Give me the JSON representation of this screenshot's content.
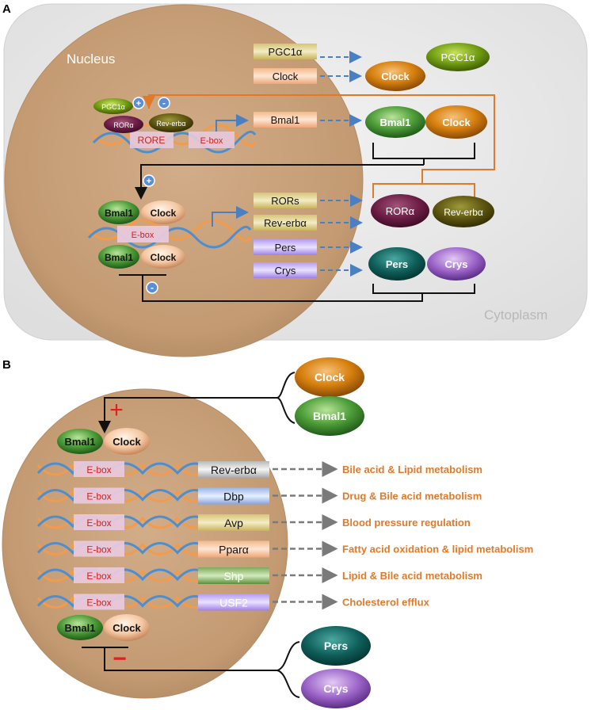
{
  "panel_a": {
    "letter": "A",
    "nucleus_label": "Nucleus",
    "cytoplasm_label": "Cytoplasm",
    "regulators": {
      "pgc1a": "PGC1α",
      "rora": "RORα",
      "reverba": "Rev-erbα",
      "plus": "+",
      "minus": "-"
    },
    "promoter": {
      "rore": "RORE",
      "ebox": "E-box"
    },
    "genes_top": [
      "PGC1α",
      "Clock",
      "Bmal1"
    ],
    "proteins_top": {
      "pgc1a": "PGC1α",
      "clock": "Clock",
      "bmal1": "Bmal1",
      "clock2": "Clock"
    },
    "complex": {
      "bmal1": "Bmal1",
      "clock": "Clock",
      "ebox": "E-box",
      "plus": "+",
      "minus": "-"
    },
    "genes_bottom": [
      "RORs",
      "Rev-erbα",
      "Pers",
      "Crys"
    ],
    "proteins_bottom": {
      "rora": "RORα",
      "reverba": "Rev-erbα",
      "pers": "Pers",
      "crys": "Crys"
    },
    "colors": {
      "feedback_orange": "#e07a2a",
      "arrow_blue": "#4a7fc1",
      "nucleus": "#c9a27d"
    }
  },
  "panel_b": {
    "letter": "B",
    "proteins_top": {
      "clock": "Clock",
      "bmal1": "Bmal1"
    },
    "complex_top": {
      "bmal1": "Bmal1",
      "clock": "Clock",
      "plus": "+"
    },
    "complex_bottom": {
      "bmal1": "Bmal1",
      "clock": "Clock",
      "minus": "−"
    },
    "ebox": "E-box",
    "rows": [
      {
        "gene": "Rev-erbα",
        "function": "Bile acid & Lipid  metabolism"
      },
      {
        "gene": "Dbp",
        "function": "Drug & Bile acid metabolism"
      },
      {
        "gene": "Avp",
        "function": "Blood pressure regulation"
      },
      {
        "gene": "Pparα",
        "function": "Fatty acid oxidation & lipid metabolism"
      },
      {
        "gene": "Shp",
        "function": "Lipid & Bile acid metabolism"
      },
      {
        "gene": "USF2",
        "function": "Cholesterol efflux"
      }
    ],
    "proteins_bottom": {
      "pers": "Pers",
      "crys": "Crys"
    },
    "colors": {
      "function_text": "#e07a2a",
      "plus_minus": "#e02020"
    }
  }
}
